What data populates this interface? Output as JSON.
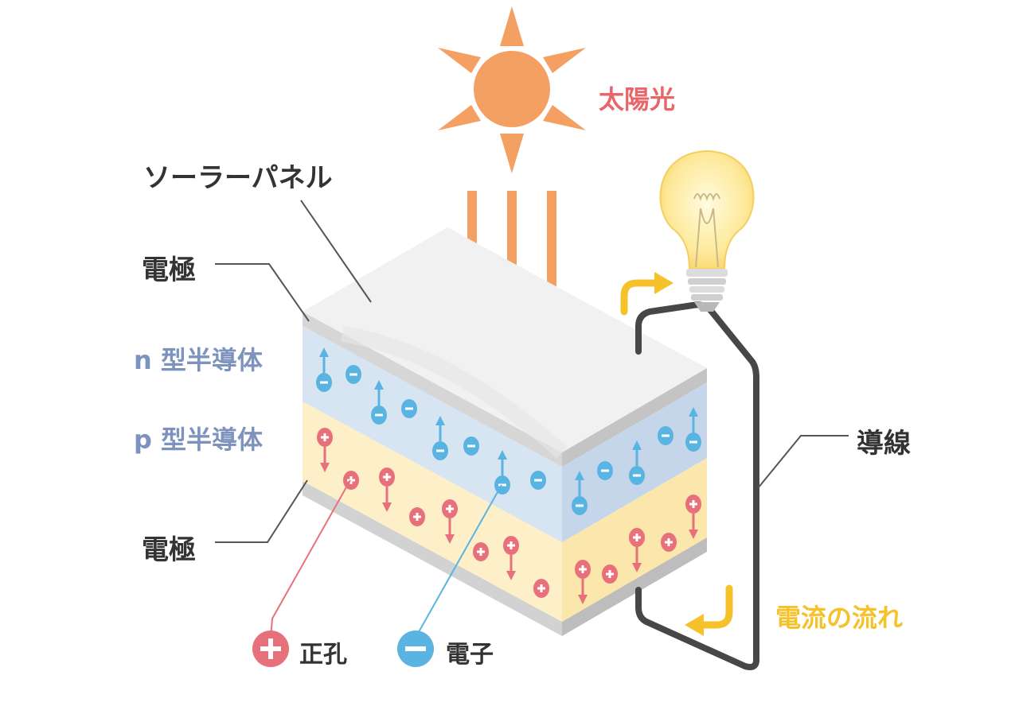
{
  "labels": {
    "sunlight": "太陽光",
    "solar_panel": "ソーラーパネル",
    "electrode_top": "電極",
    "n_type": "n 型半導体",
    "p_type": "p 型半導体",
    "electrode_bottom": "電極",
    "wire": "導線",
    "current_flow": "電流の流れ"
  },
  "legend": {
    "hole": "正孔",
    "electron": "電子"
  },
  "colors": {
    "sun": "#f4a062",
    "sun_label": "#e8666a",
    "label_dark": "#333333",
    "semiconductor_label": "#7d93be",
    "current": "#f5c22c",
    "hole": "#e8707a",
    "electron": "#5ab4e2",
    "wire": "#474747",
    "n_layer": "#d7e4f2",
    "p_layer": "#fdf0c9",
    "electrode": "#e2e2e2"
  },
  "icons": {
    "sun": "sun-icon",
    "bulb": "light-bulb-icon",
    "hole": "plus-circle-icon",
    "electron": "minus-circle-icon",
    "current_arrow": "curved-arrow-icon"
  }
}
